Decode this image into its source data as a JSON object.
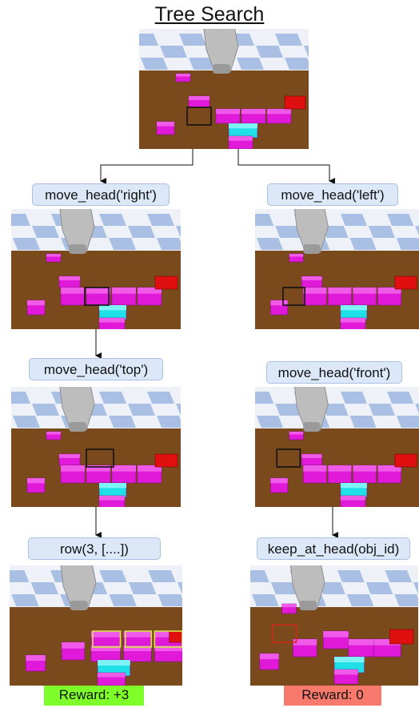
{
  "title": "Tree Search",
  "nodes": {
    "right": "move_head('right')",
    "left": "move_head('left')",
    "top": "move_head('top')",
    "front": "move_head('front')",
    "row": "row(3, [....])",
    "keep": "keep_at_head(obj_id)"
  },
  "rewards": {
    "left_branch": "Reward: +3",
    "right_branch": "Reward: 0"
  },
  "colors": {
    "node_fill": "#dce8f7",
    "node_border": "#a9c1e2",
    "reward_positive": "#7fff2a",
    "reward_zero": "#f77a6c",
    "floor": "#7a4a1c",
    "block_magenta": "#e01ad8",
    "block_cyan": "#1fe0e6",
    "block_red": "#e01010",
    "sky_check": "#a9c0e4"
  },
  "scenes": [
    {
      "id": "root",
      "highlight": "black"
    },
    {
      "id": "right",
      "highlight": "black"
    },
    {
      "id": "left",
      "highlight": "black"
    },
    {
      "id": "top",
      "highlight": "black"
    },
    {
      "id": "front",
      "highlight": "black"
    },
    {
      "id": "row",
      "highlight": "yellow"
    },
    {
      "id": "keep",
      "highlight": "red"
    }
  ]
}
